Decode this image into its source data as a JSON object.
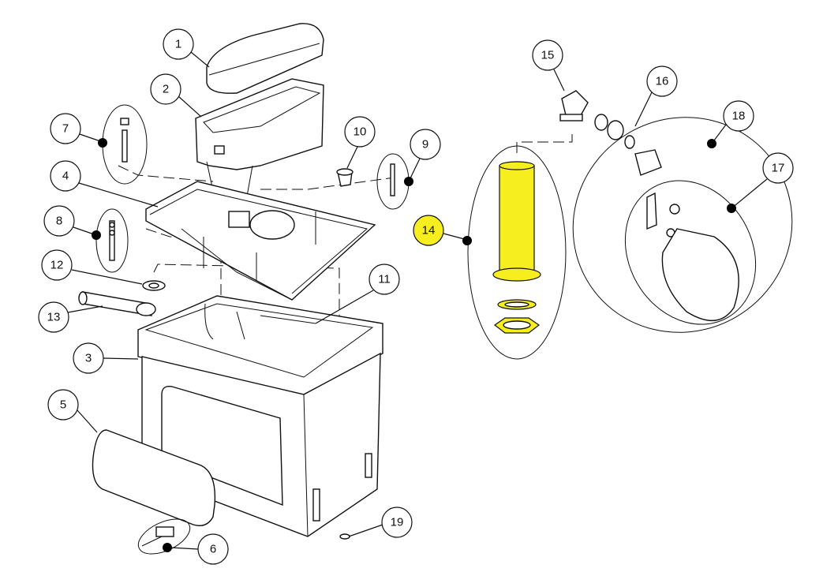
{
  "diagram": {
    "title": "Exploded parts view",
    "highlighted_callout": "14",
    "highlight_color": "#f6ee1e"
  },
  "callouts": [
    "1",
    "2",
    "3",
    "4",
    "5",
    "6",
    "7",
    "8",
    "9",
    "10",
    "11",
    "12",
    "13",
    "14",
    "15",
    "16",
    "17",
    "18",
    "19"
  ]
}
